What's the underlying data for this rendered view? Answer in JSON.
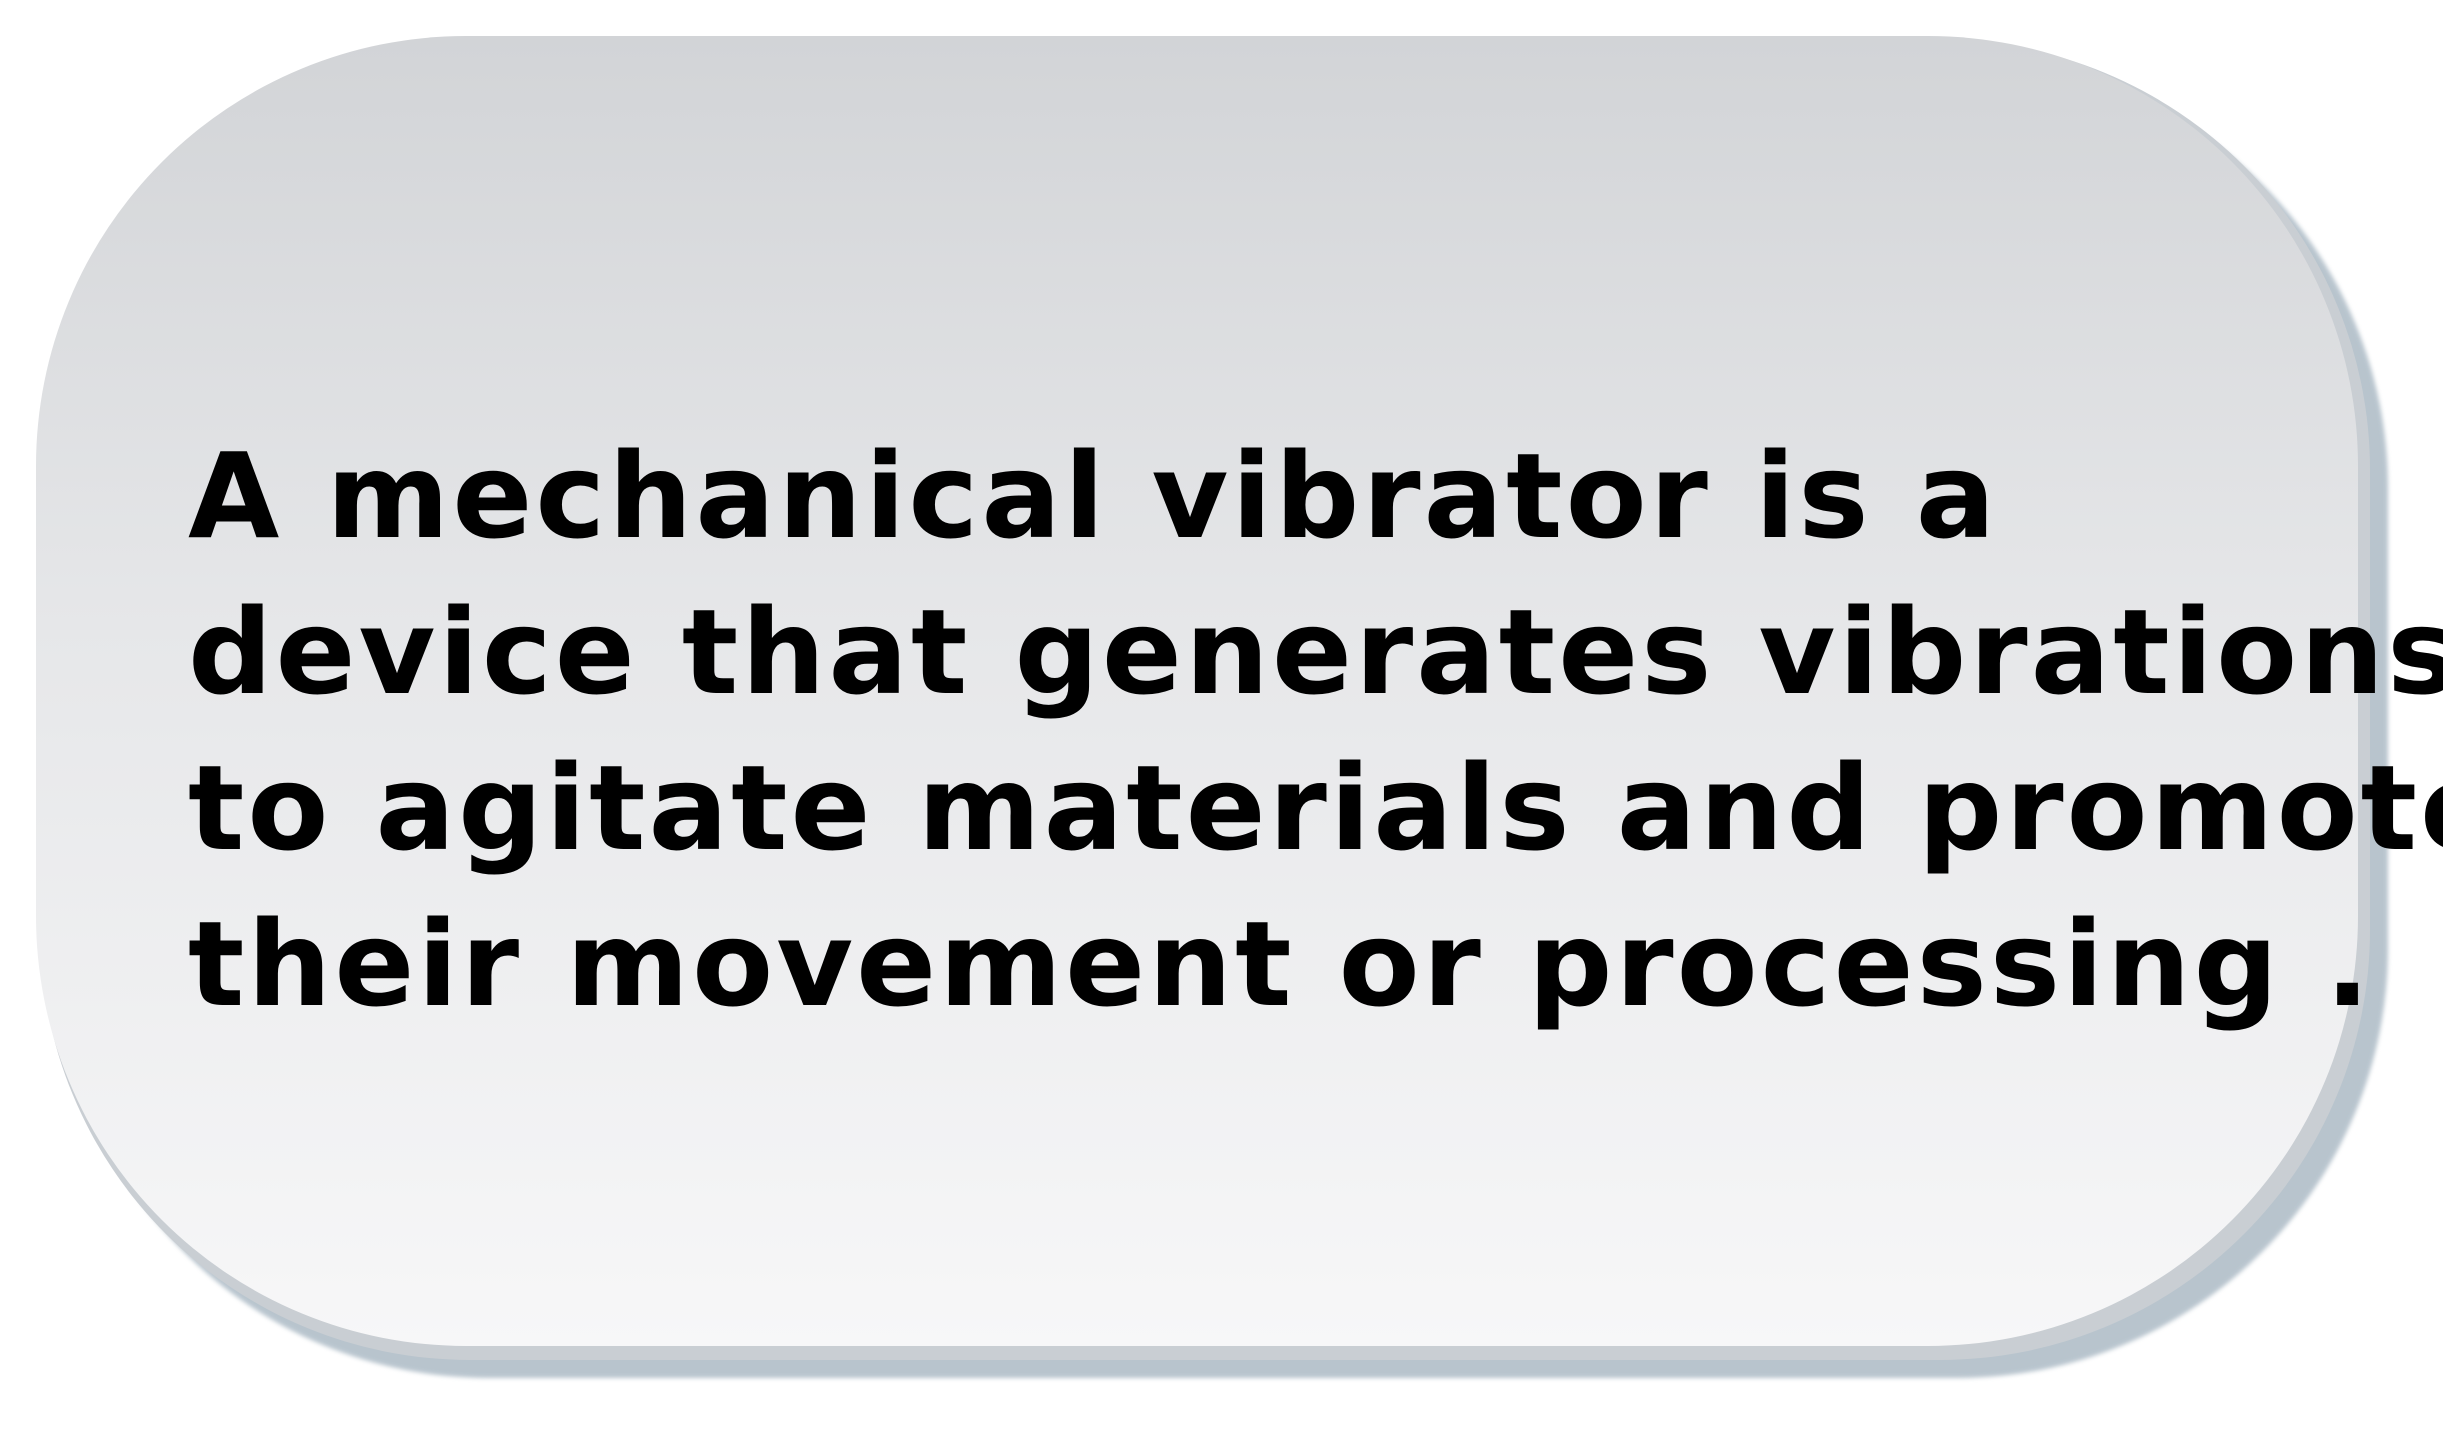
{
  "card": {
    "lines": [
      "A mechanical vibrator is a",
      "device that generates vibrations",
      "to agitate materials and promote",
      "their movement or processing ."
    ]
  }
}
